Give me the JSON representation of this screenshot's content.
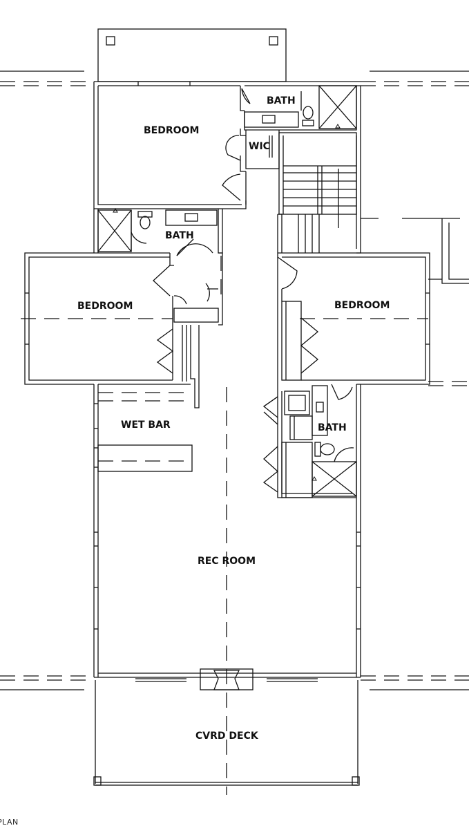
{
  "rooms": {
    "bedroom_top": "BEDROOM",
    "bath_top": "BATH",
    "wic": "WIC",
    "bath_mid": "BATH",
    "bedroom_left": "BEDROOM",
    "bedroom_right": "BEDROOM",
    "wet_bar": "WET BAR",
    "bath_right": "BATH",
    "rec_room": "REC ROOM",
    "cvrd_deck": "CVRD DECK"
  },
  "caption": "PLAN",
  "colors": {
    "line": "#111111",
    "background": "#ffffff"
  }
}
